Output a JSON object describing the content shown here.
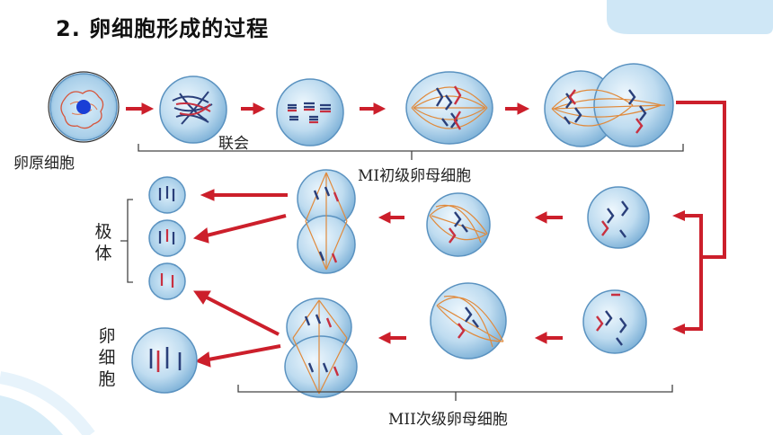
{
  "title": "2. 卵细胞形成的过程",
  "labels": {
    "oogonium": "卵原细胞",
    "synapsis": "联会",
    "primary_oocyte": "MI初级卵母细胞",
    "secondary_oocyte": "MII次级卵母细胞",
    "polar_body": "极体",
    "egg_cell": "卵细胞"
  },
  "colors": {
    "arrow": "#cc1f2b",
    "cell_fill": "#bcd9ee",
    "cell_edge": "#5a92c0",
    "spindle": "#e08a3c",
    "chrom_red": "#c83040",
    "chrom_blue": "#2a3f7a",
    "nucleus": "#1a3fd6",
    "accent_tab": "#cfe7f6"
  }
}
